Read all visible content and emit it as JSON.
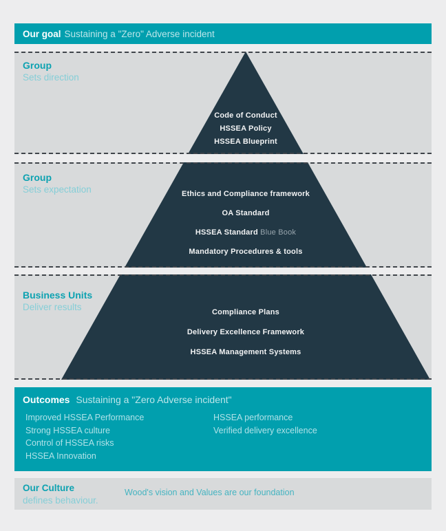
{
  "colors": {
    "page_bg": "#ededee",
    "teal": "#019fae",
    "teal_light_text": "#bce6ea",
    "navy": "#223845",
    "band_gray": "#d8dadb",
    "heading_teal": "#0da2b1",
    "subtitle_teal": "#85ced7",
    "dash": "#3f444a",
    "items_teal": "#b0e2e8",
    "note_teal": "#45b4c1",
    "bluebook_gray": "#98a5ad"
  },
  "goal_bar": {
    "label": "Our goal",
    "text": "Sustaining a \"Zero\" Adverse incident"
  },
  "bands": [
    {
      "title": "Group",
      "subtitle": "Sets direction",
      "items": [
        {
          "bold": "Code of Conduct"
        },
        {
          "bold": "HSSEA Policy"
        },
        {
          "bold": "HSSEA Blueprint"
        }
      ]
    },
    {
      "title": "Group",
      "subtitle": "Sets expectation",
      "items": [
        {
          "bold": "Ethics and Compliance framework"
        },
        {
          "bold": "OA Standard"
        },
        {
          "bold": "HSSEA Standard",
          "light": " Blue Book"
        },
        {
          "bold": "Mandatory Procedures & tools"
        }
      ]
    },
    {
      "title": "Business Units",
      "subtitle": "Deliver results",
      "items": [
        {
          "bold": "Compliance Plans"
        },
        {
          "bold": "Delivery Excellence Framework"
        },
        {
          "bold": "HSSEA Management Systems"
        }
      ]
    }
  ],
  "outcomes": {
    "label": "Outcomes",
    "text": "Sustaining a \"Zero Adverse incident\"",
    "left_items": [
      "Improved HSSEA Performance",
      "Strong HSSEA culture",
      "Control of HSSEA risks",
      "HSSEA Innovation"
    ],
    "right_items": [
      "HSSEA performance",
      "Verified delivery excellence"
    ]
  },
  "culture": {
    "title": "Our Culture",
    "subtitle": "defines behaviour.",
    "note": "Wood's vision and Values are our foundation"
  }
}
